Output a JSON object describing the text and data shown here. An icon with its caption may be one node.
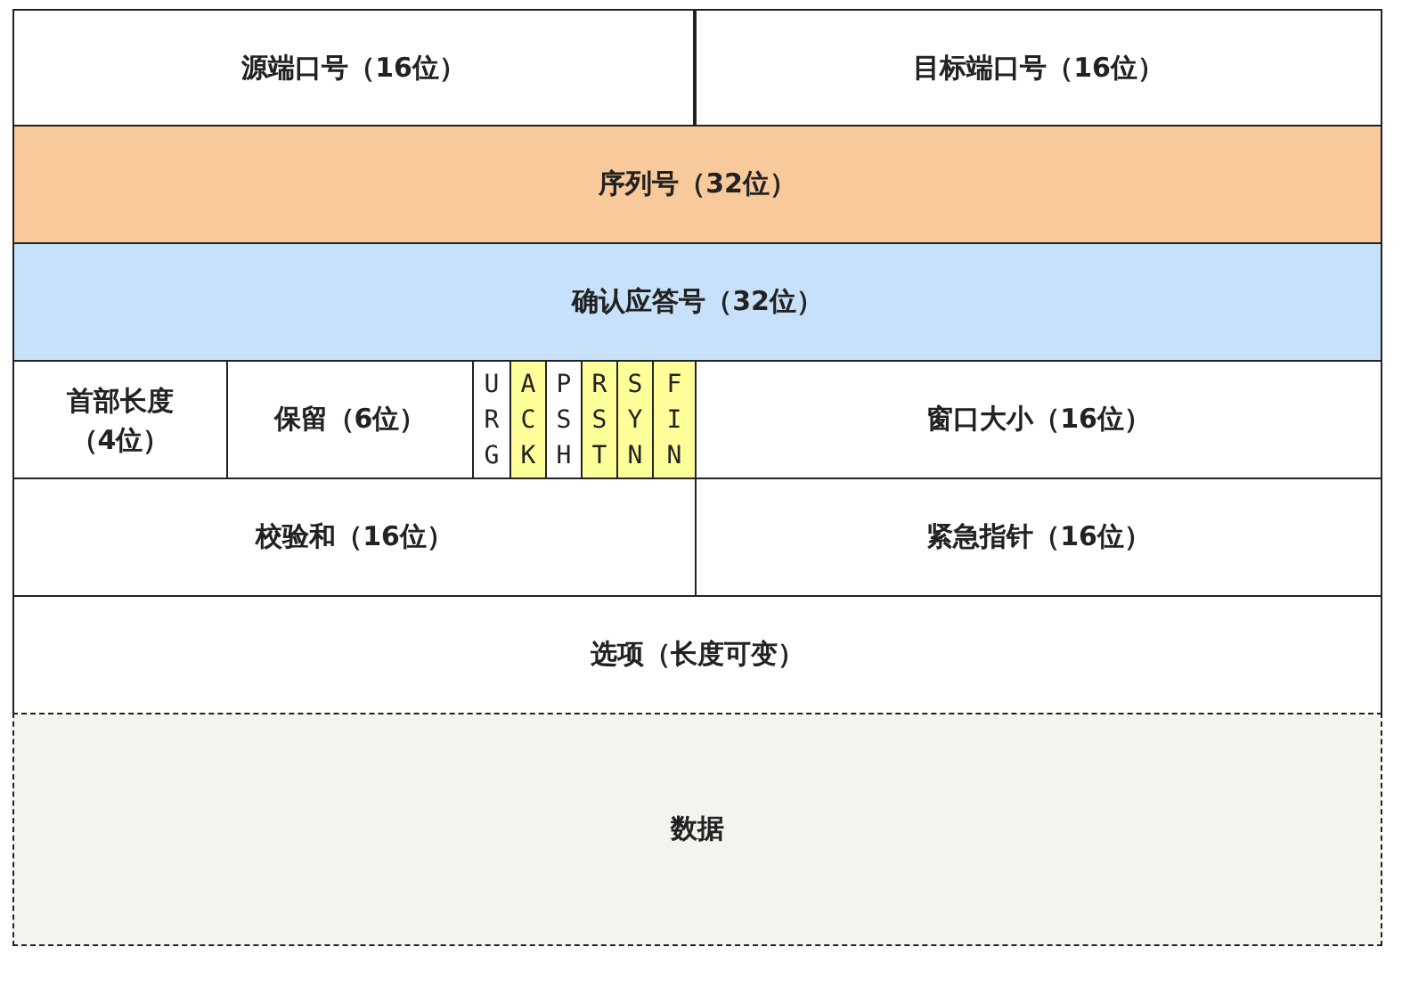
{
  "diagram": {
    "nodes": [
      {
        "text": [
          "源端口号（16位）"
        ]
      },
      {
        "text": [
          "目标端口号（16位）"
        ]
      },
      {
        "text": [
          "序列号（32位）"
        ]
      },
      {
        "text": [
          "确认应答号（32位）"
        ]
      },
      {
        "text": [
          "首部长度（4位）"
        ]
      },
      {
        "text": [
          "保留（6位）"
        ]
      },
      {
        "text": [
          "URG"
        ]
      },
      {
        "text": [
          "ACK"
        ]
      },
      {
        "text": [
          "PSH"
        ]
      },
      {
        "text": [
          "RST"
        ]
      },
      {
        "text": [
          "SYN"
        ]
      },
      {
        "text": [
          "FIN"
        ]
      },
      {
        "text": [
          "窗口大小（16位）"
        ]
      },
      {
        "text": [
          "校验和（16位）"
        ]
      },
      {
        "text": [
          "紧急指针（16位）"
        ]
      },
      {
        "text": [
          "选项（长度可变）"
        ]
      },
      {
        "text": [
          "数据"
        ]
      }
    ]
  }
}
